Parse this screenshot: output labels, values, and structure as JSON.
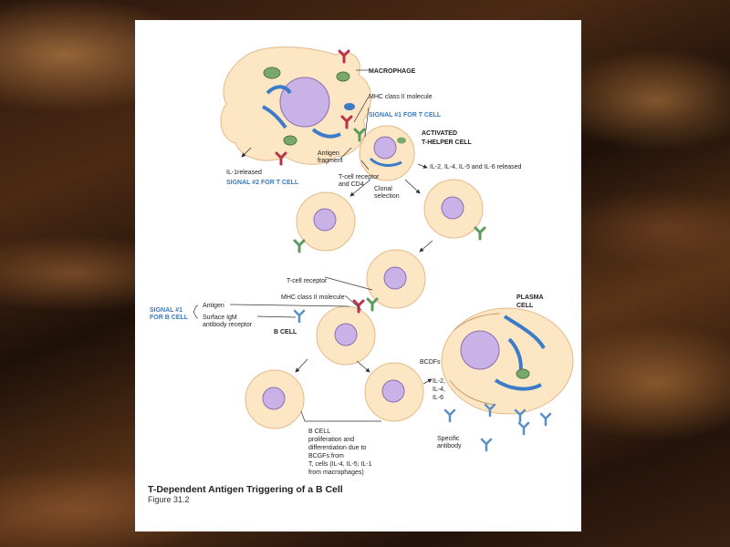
{
  "labels": {
    "macrophage": "MACROPHAGE",
    "mhc_class_ii_1": "MHC class II molecule",
    "signal1_t": "SIGNAL #1 FOR T CELL",
    "activated_1": "ACTIVATED",
    "activated_2": "T-HELPER CELL",
    "antigen_fragment_1": "Antigen",
    "antigen_fragment_2": "fragment",
    "il_released_t": "IL-2, IL-4, IL-5 and IL-6 released",
    "il1_released": "IL-1released",
    "tcr_cd4_1": "T-cell receptor",
    "tcr_cd4_2": "and CD4",
    "signal2_t": "SIGNAL #2 FOR T CELL",
    "clonal_1": "Clonal",
    "clonal_2": "selection",
    "tcr_2": "T-cell receptor",
    "mhc_class_ii_2": "MHC class II molecule",
    "signal1_b_1": "SIGNAL #1",
    "signal1_b_2": "FOR B CELL",
    "antigen": "Antigen",
    "surface_igm_1": "Surface IgM",
    "surface_igm_2": "antibody receptor",
    "b_cell": "B CELL",
    "plasma_1": "PLASMA",
    "plasma_2": "CELL",
    "bcdfs": "BCDFs",
    "il2": "IL-2,",
    "il4": "IL-4,",
    "il6": "IL-6",
    "specific_1": "Specific",
    "specific_2": "antibody",
    "b_prolif_1": "B CELL",
    "b_prolif_2": "proliferation and",
    "b_prolif_3": "differentiation due to",
    "b_prolif_4": "BCGFs from",
    "b_prolif_5": "T, cells (IL-4, IL-5; IL-1",
    "b_prolif_6": "from macrophages)"
  },
  "caption": {
    "title": "T-Dependent Antigen Triggering of a B Cell",
    "figure": "Figure 31.2"
  },
  "colors": {
    "cell_fill": "#fde6c4",
    "nucleus_fill": "#c9b2e6",
    "receptor_green": "#5a9a5a",
    "antigen_red": "#b8334a",
    "antibody_blue": "#5a8fc6",
    "signal_blue": "#3a7abf"
  }
}
